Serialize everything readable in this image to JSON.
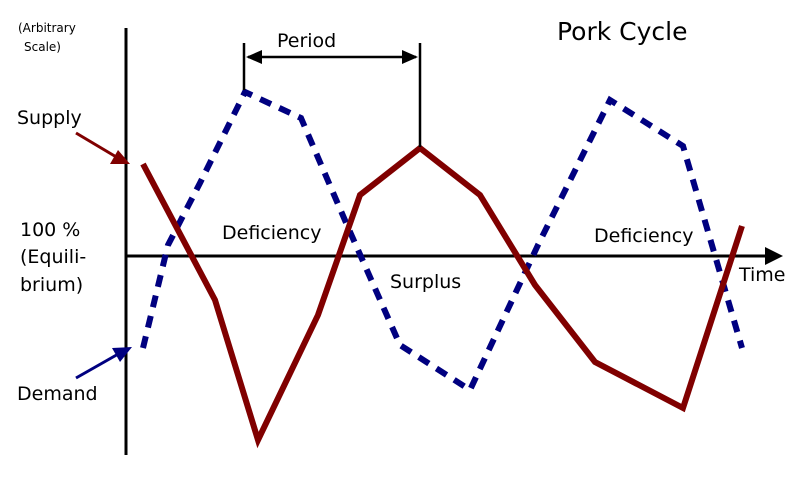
{
  "title": "Pork Cycle",
  "scale_note": [
    "(Arbitrary",
    "Scale)"
  ],
  "labels": {
    "supply": "Supply",
    "demand": "Demand",
    "period": "Period",
    "time": "Time",
    "surplus": "Surplus",
    "deficiency_1": "Deficiency",
    "deficiency_2": "Deficiency",
    "equilibrium": [
      "100 %",
      "(Equili-",
      "brium)"
    ]
  },
  "colors": {
    "supply": "#800000",
    "demand": "#000080",
    "axis": "#000000"
  }
}
